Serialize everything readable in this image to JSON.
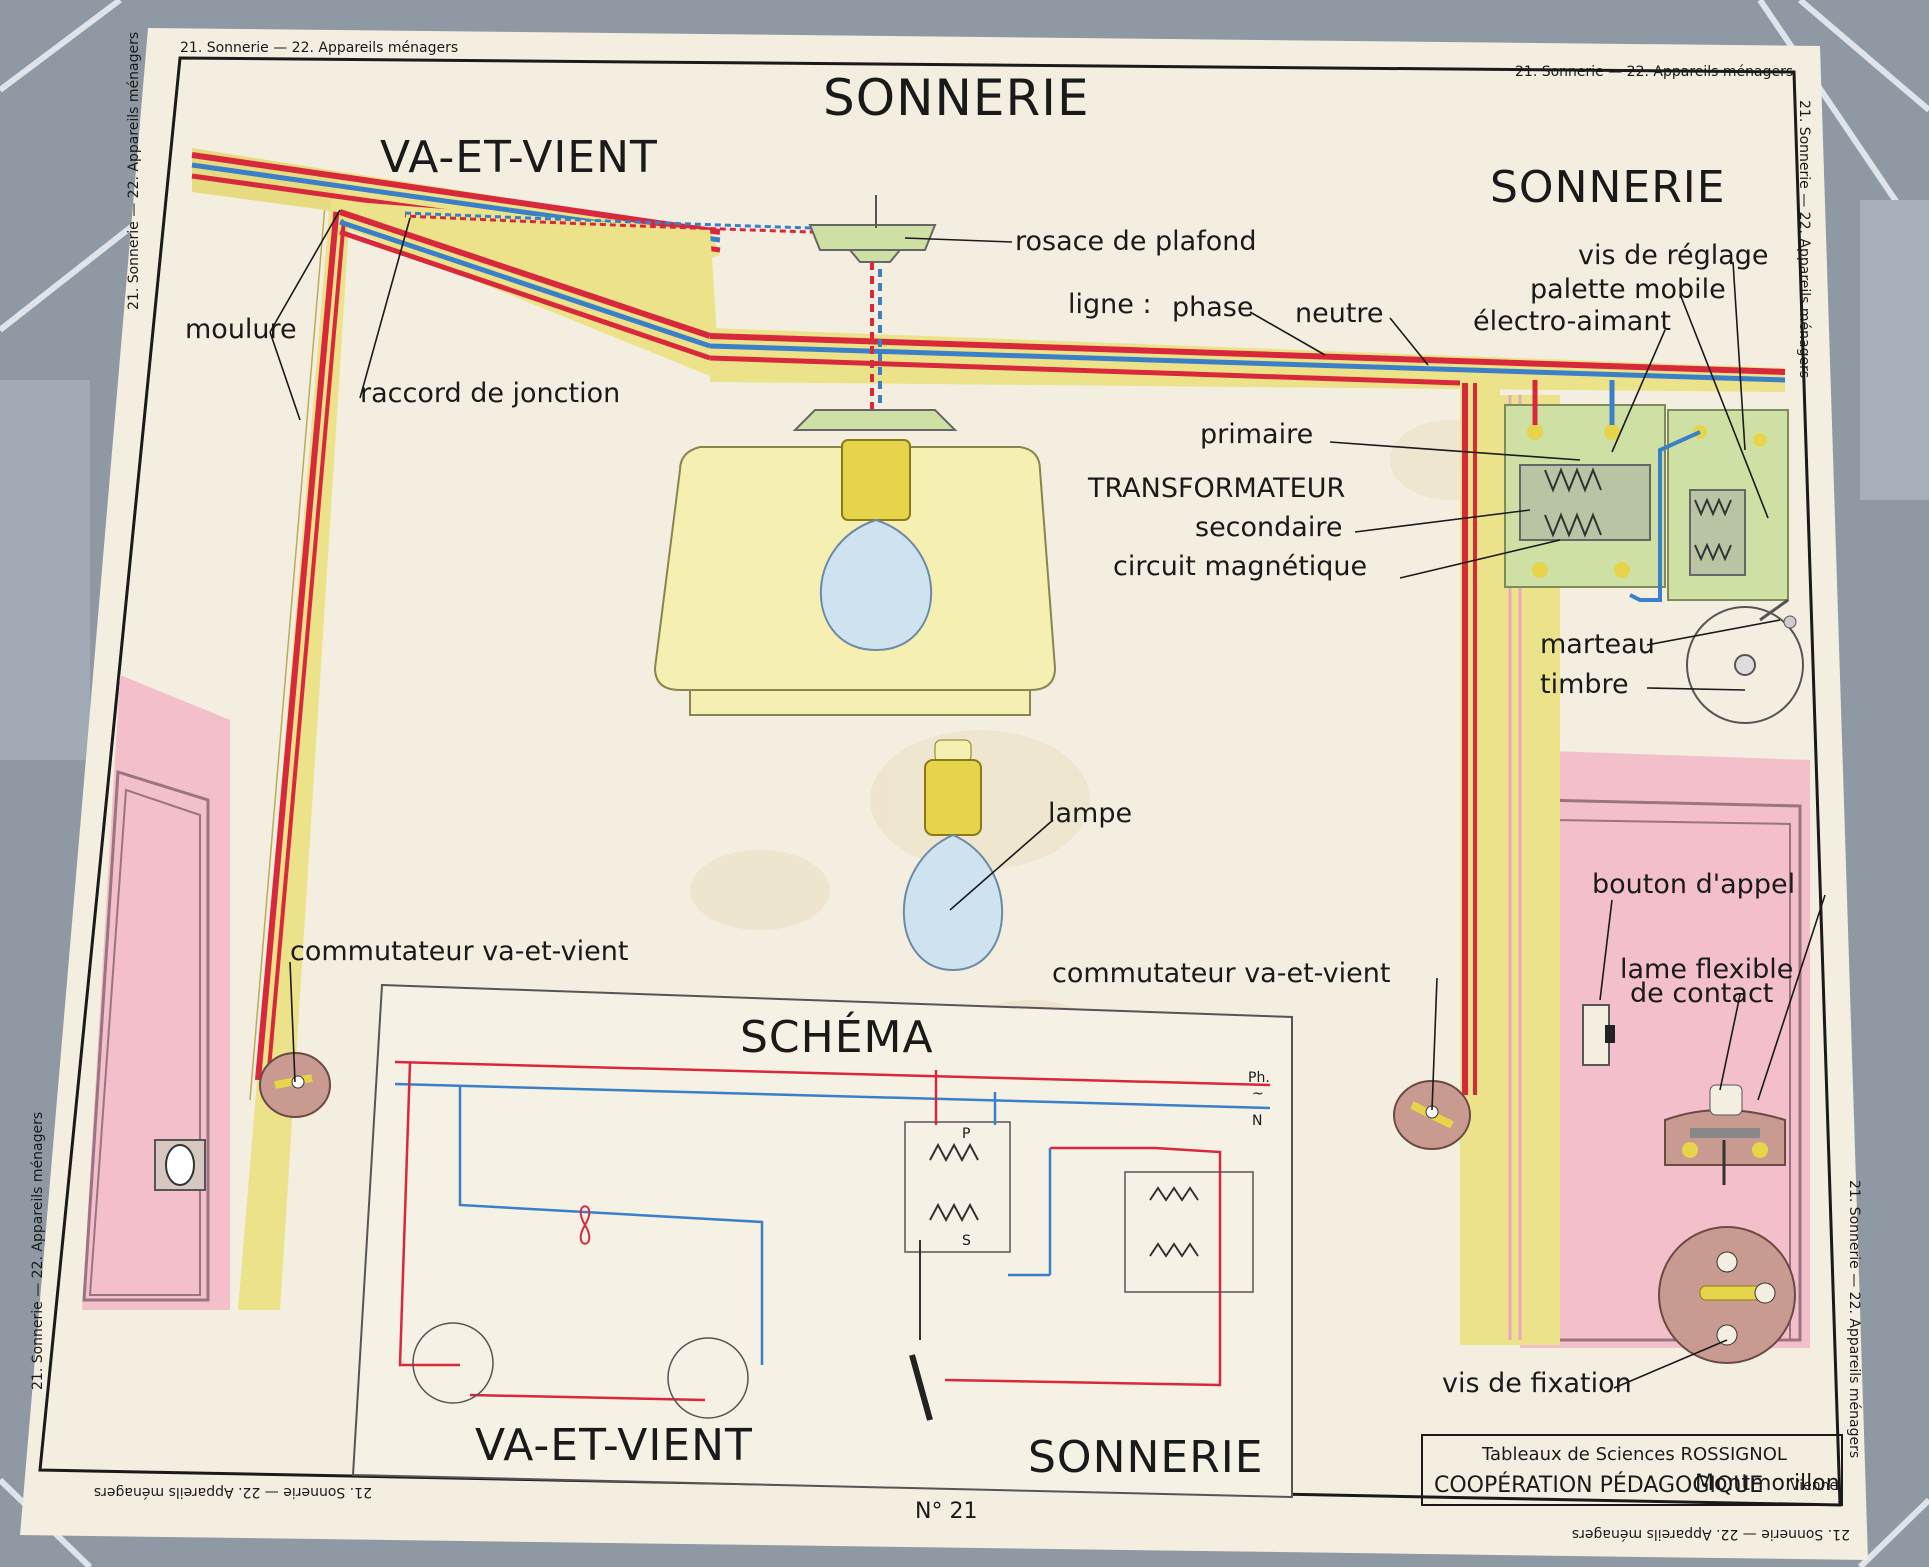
{
  "colors": {
    "paper": "#f4efe1",
    "phase": "#d8283c",
    "neutral": "#3a7fc8",
    "moulure": "#ece289",
    "wall_pink": "#f2bfcb",
    "lampshade": "#f6efb2",
    "bulb": "#cfe2f0",
    "transformer": "#cfe0a4",
    "brass": "#e6d44a"
  },
  "titles": {
    "main": "SONNERIE",
    "va_et_vient": "VA-ET-VIENT",
    "sonnerie": "SONNERIE",
    "schema": "SCHÉMA",
    "schema_left": "VA-ET-VIENT",
    "schema_right": "SONNERIE"
  },
  "headers": {
    "top_left": "21. Sonnerie — 22. Appareils ménagers",
    "top_right": "21. Sonnerie — 22. Appareils ménagers",
    "left_side_upper": "21. Sonnerie — 22. Appareils ménagers",
    "left_side_lower": "21. Sonnerie — 22. Appareils ménagers",
    "right_side_upper": "21. Sonnerie — 22. Appareils ménagers",
    "right_side_lower": "21. Sonnerie — 22. Appareils ménagers",
    "bottom_left": "21. Sonnerie — 22. Appareils ménagers",
    "bottom_right": "21. Sonnerie — 22. Appareils ménagers"
  },
  "labels": {
    "rosace": "rosace de plafond",
    "moulure": "moulure",
    "raccord": "raccord de jonction",
    "ligne": "ligne :",
    "phase": "phase",
    "neutre": "neutre",
    "vis_reglage": "vis de réglage",
    "palette": "palette mobile",
    "electro": "électro-aimant",
    "primaire": "primaire",
    "transformateur": "TRANSFORMATEUR",
    "secondaire": "secondaire",
    "circuit": "circuit magnétique",
    "marteau": "marteau",
    "timbre": "timbre",
    "lampe": "lampe",
    "bouton": "bouton d'appel",
    "lame1": "lame flexible",
    "lame2": "de contact",
    "commutateur_left": "commutateur va-et-vient",
    "commutateur_right": "commutateur va-et-vient",
    "vis_fixation": "vis de fixation"
  },
  "schema": {
    "ph": "Ph.",
    "ac": "~",
    "n": "N",
    "p": "P",
    "s": "S"
  },
  "credit": {
    "line1": "Tableaux de Sciences ROSSIGNOL",
    "line2a": "COOPÉRATION PÉDAGOGIQUE",
    "line2b": "Montmorillon",
    "line2c": "Vienne"
  },
  "plate_number": "N° 21"
}
